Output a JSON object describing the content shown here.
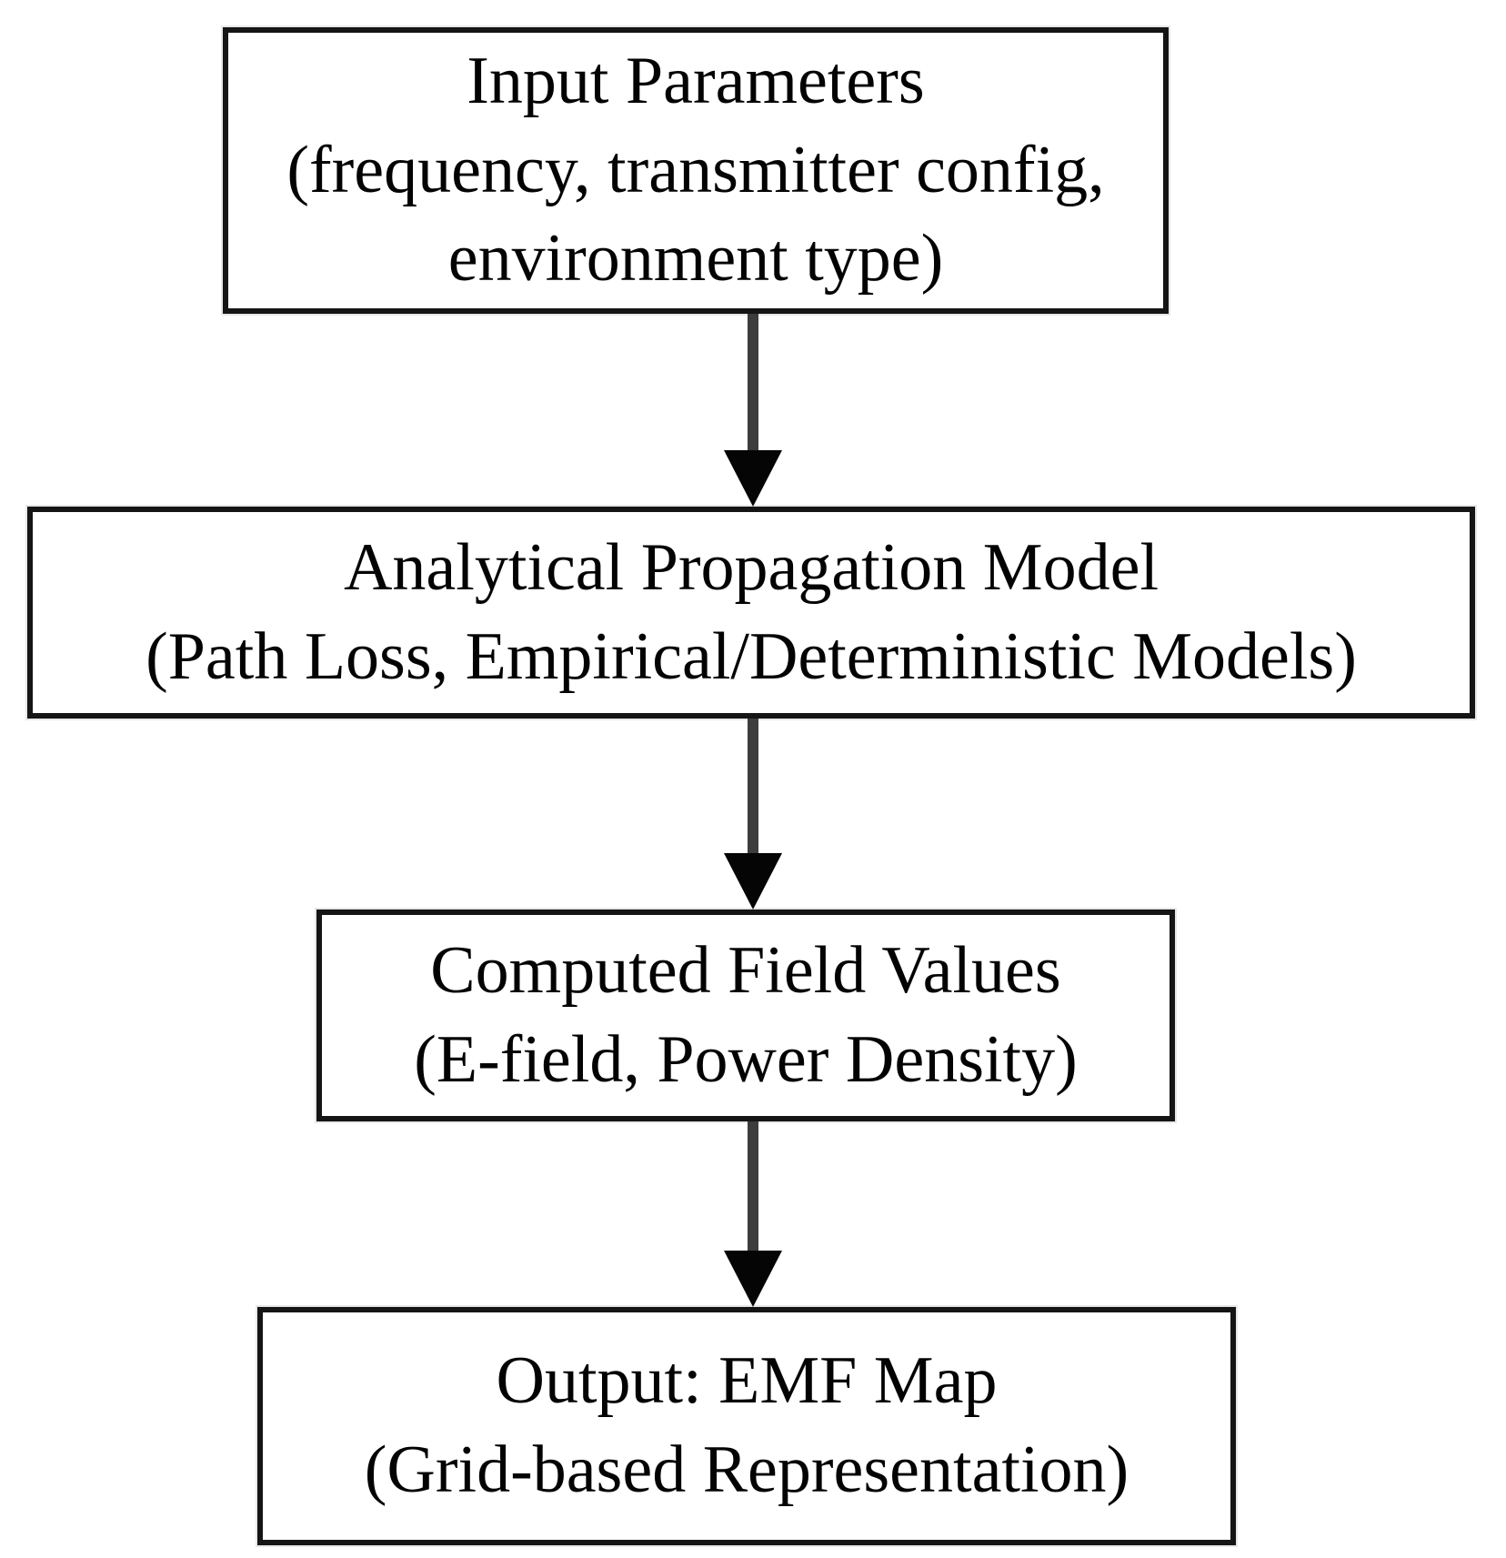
{
  "diagram": {
    "title": "EMF map computation flowchart",
    "colors": {
      "background": "#ffffff",
      "box_border": "#151515",
      "text": "#030303",
      "arrow_line": "#3d3d3d",
      "arrow_head": "#050505"
    },
    "boxes": [
      {
        "id": "input-parameters",
        "lines": [
          "Input Parameters",
          "(frequency, transmitter config,",
          "environment type)"
        ]
      },
      {
        "id": "analytical-propagation-model",
        "lines": [
          "Analytical Propagation Model",
          "(Path Loss, Empirical/Deterministic Models)"
        ]
      },
      {
        "id": "computed-field-values",
        "lines": [
          "Computed Field Values",
          "(E-field, Power Density)"
        ]
      },
      {
        "id": "output-emf-map",
        "lines": [
          "Output: EMF Map",
          "(Grid-based Representation)"
        ]
      }
    ],
    "connectors": [
      {
        "from": "input-parameters",
        "to": "analytical-propagation-model",
        "direction": "down"
      },
      {
        "from": "analytical-propagation-model",
        "to": "computed-field-values",
        "direction": "down"
      },
      {
        "from": "computed-field-values",
        "to": "output-emf-map",
        "direction": "down"
      }
    ]
  }
}
